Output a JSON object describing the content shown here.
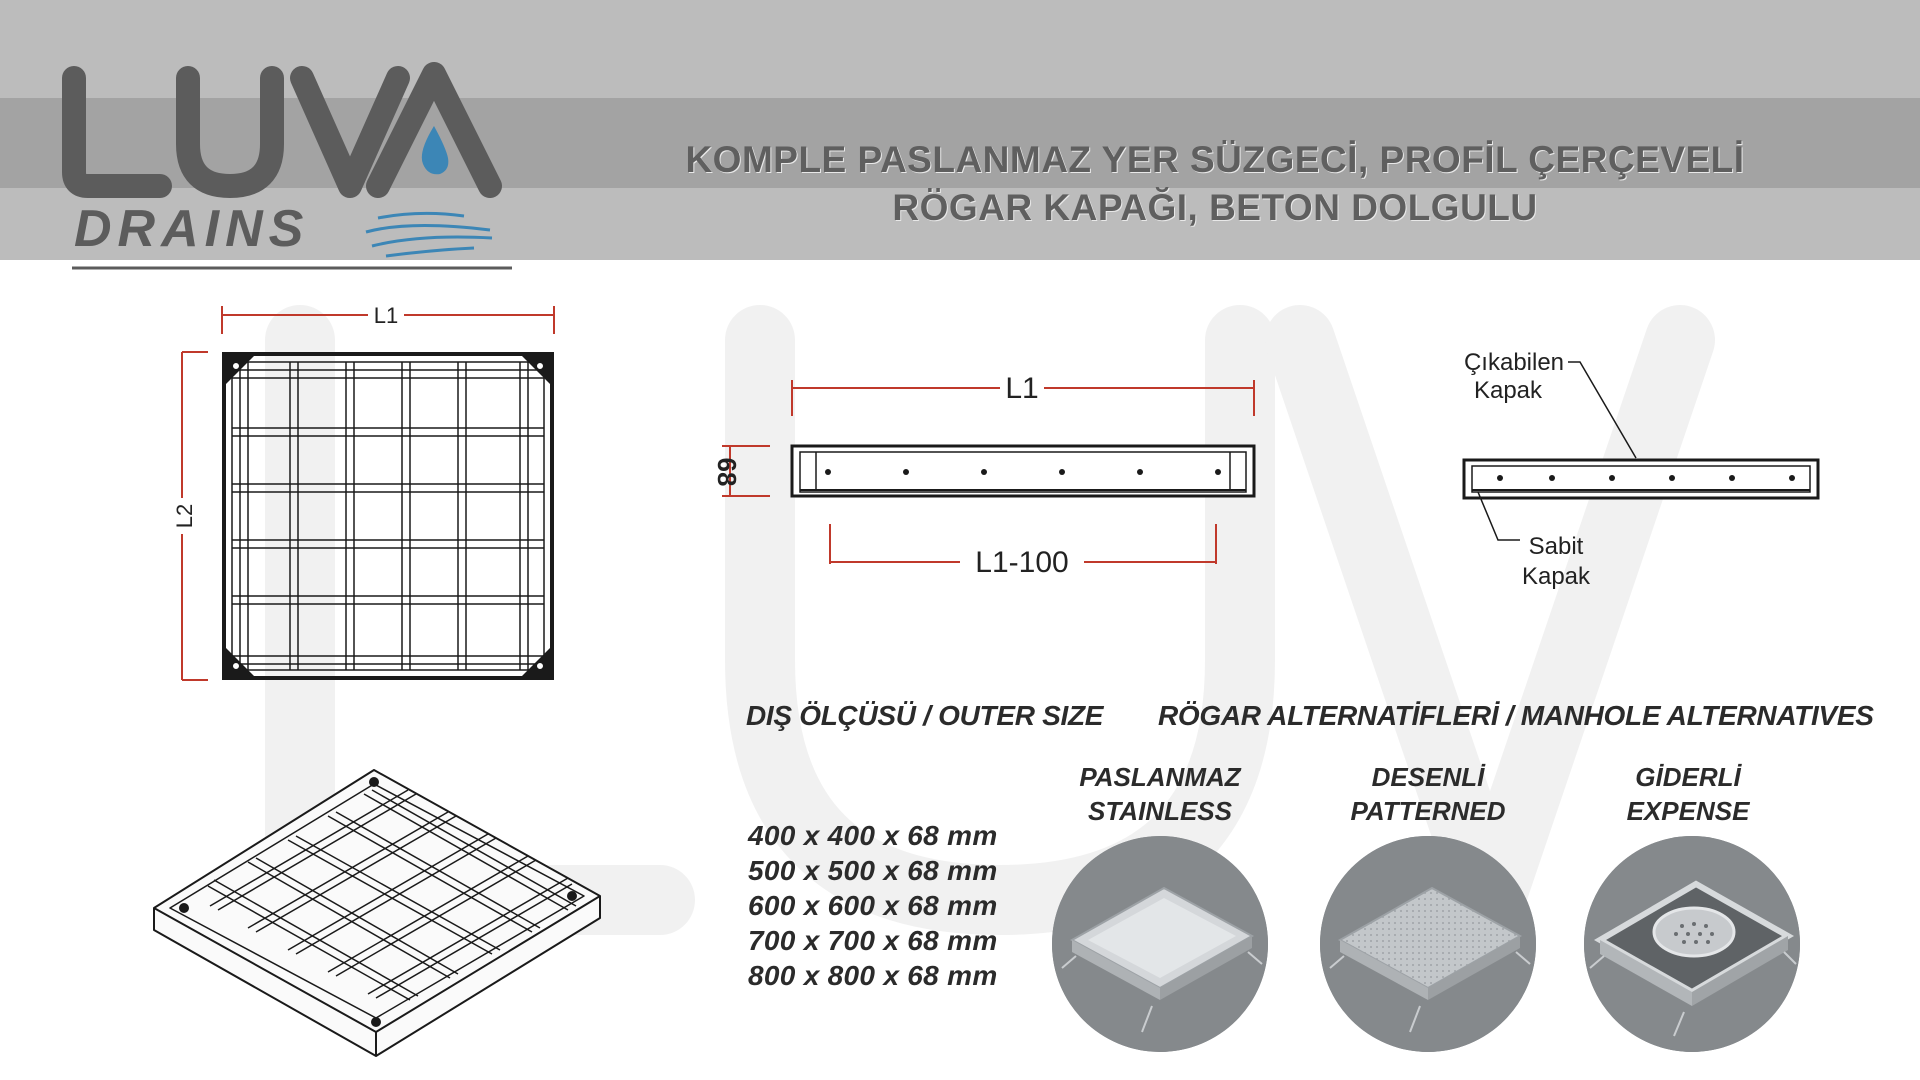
{
  "header": {
    "brand_name": "LUVA",
    "brand_sub": "DRAINS",
    "title_line1": "KOMPLE PASLANMAZ YER SÜZGECİ, PROFİL ÇERÇEVELİ",
    "title_line2": "RÖGAR KAPAĞI, BETON DOLGULU"
  },
  "plan_drawing": {
    "width_label": "L1",
    "height_label": "L2"
  },
  "section_drawing": {
    "top_label": "L1",
    "height_label": "68",
    "bottom_label": "L1-100"
  },
  "detail_drawing": {
    "top_callout_line1": "Çıkabilen",
    "top_callout_line2": "Kapak",
    "bottom_callout_line1": "Sabit",
    "bottom_callout_line2": "Kapak"
  },
  "outer_size": {
    "heading": "DIŞ ÖLÇÜSÜ / OUTER SIZE",
    "sizes": [
      "400 x 400 x 68 mm",
      "500 x 500 x 68 mm",
      "600 x 600 x 68 mm",
      "700 x 700 x 68 mm",
      "800 x 800 x 68 mm"
    ]
  },
  "alternatives": {
    "heading": "RÖGAR ALTERNATİFLERİ / MANHOLE ALTERNATIVES",
    "items": [
      {
        "tr": "PASLANMAZ",
        "en": "STAINLESS",
        "icon": "stainless-cover-photo"
      },
      {
        "tr": "DESENLİ",
        "en": "PATTERNED",
        "icon": "patterned-cover-photo"
      },
      {
        "tr": "GİDERLİ",
        "en": "EXPENSE",
        "icon": "drain-cover-photo"
      }
    ]
  },
  "colors": {
    "band_light": "#bcbcbc",
    "band_dark": "#a3a3a3",
    "title_text": "#5f5f5f",
    "logo_grey": "#5c5c5c",
    "logo_blue": "#3c86b6",
    "dimension_red": "#c0392b"
  }
}
